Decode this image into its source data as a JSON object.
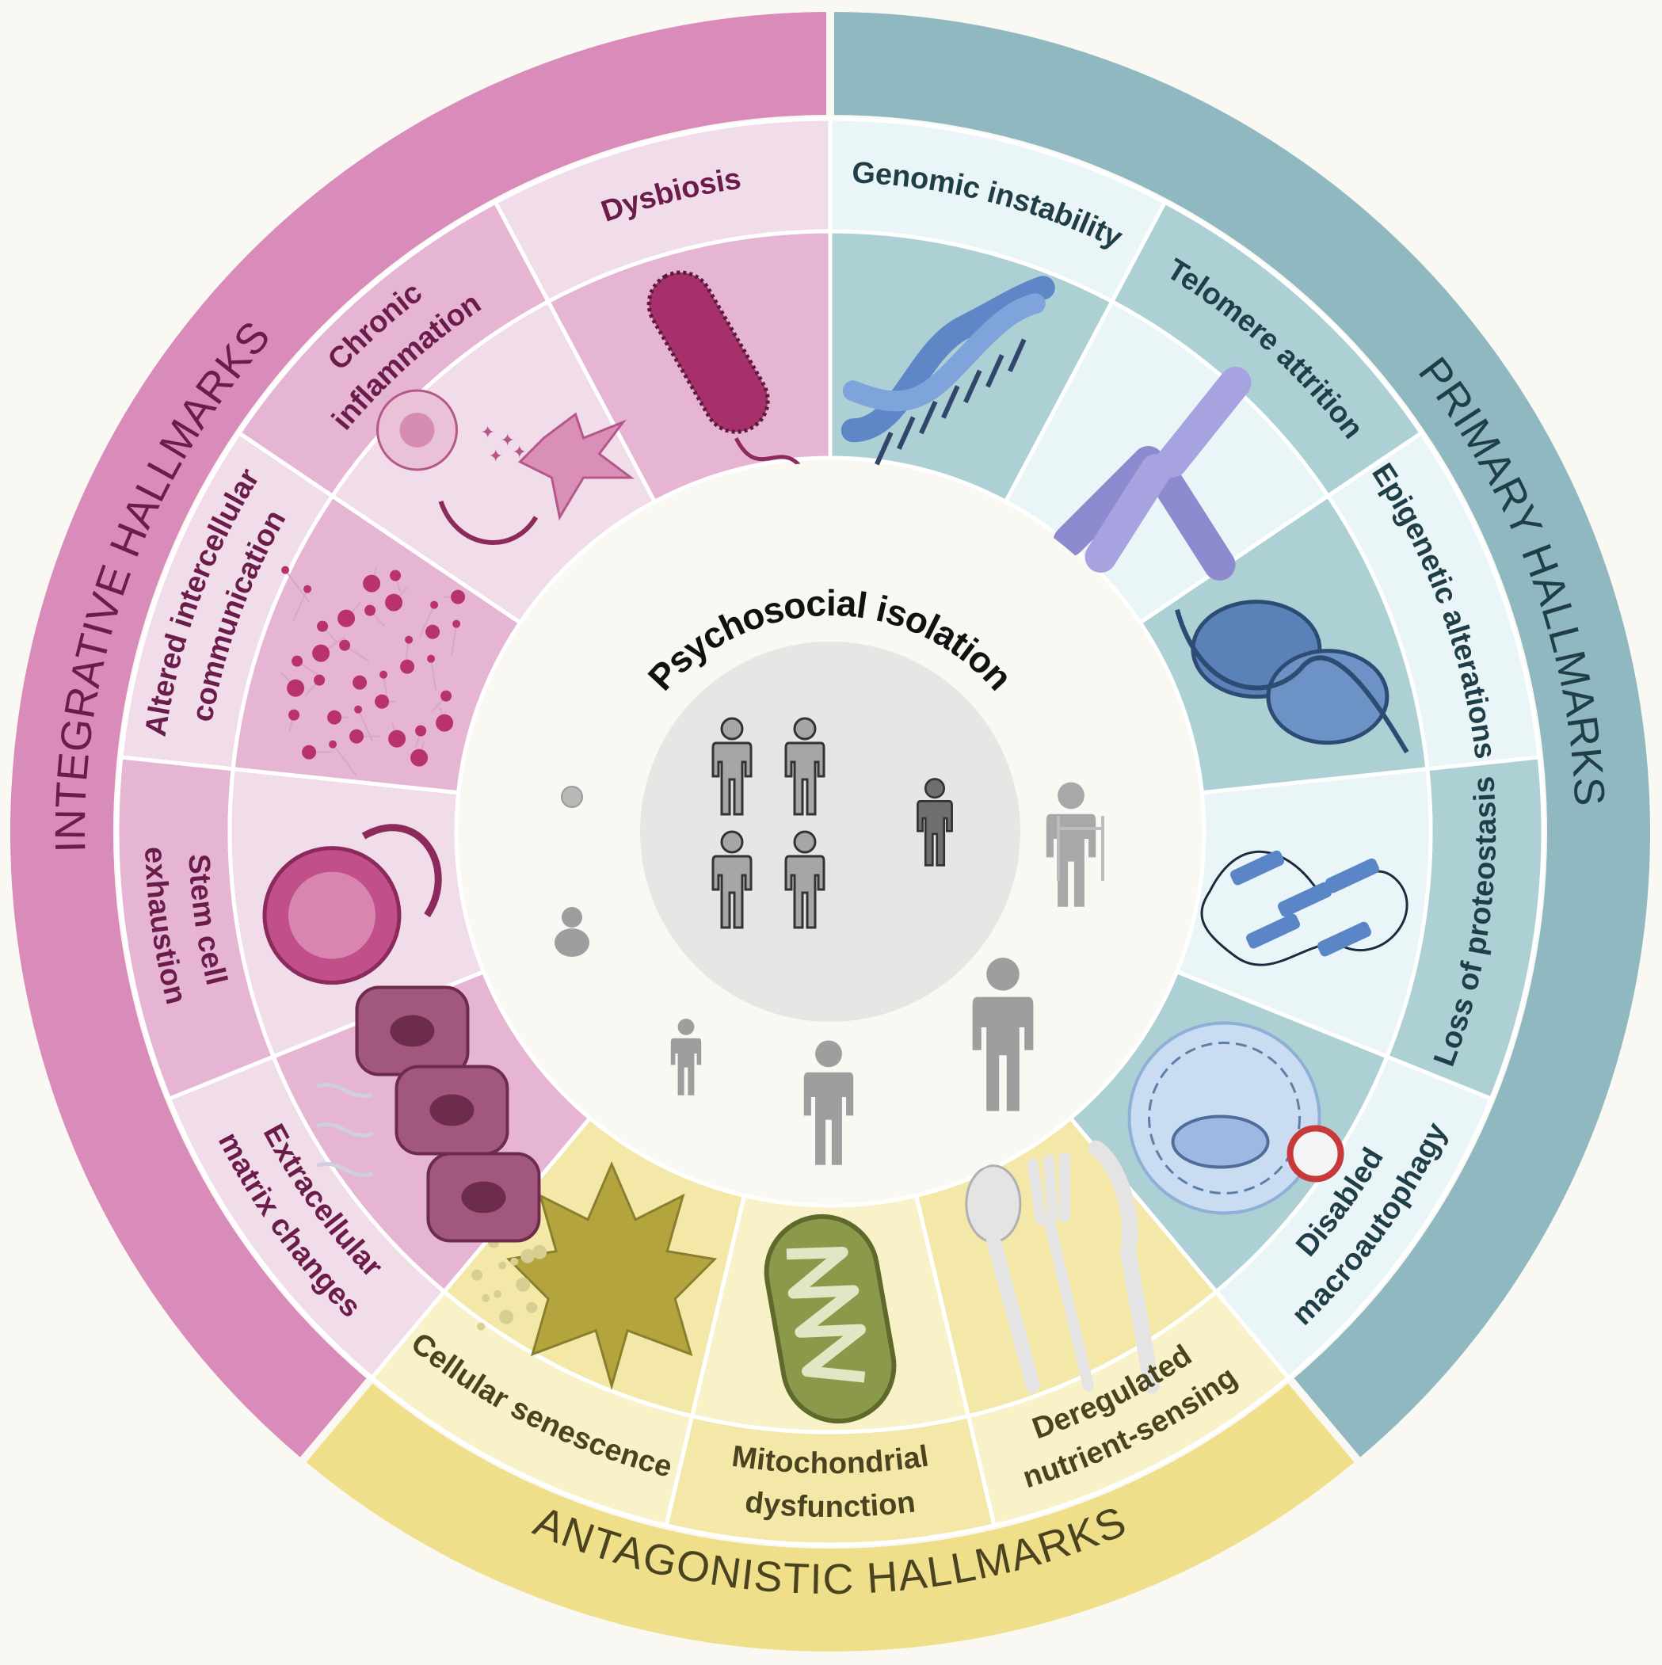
{
  "center": {
    "title": "Psychosocial isolation"
  },
  "groups": [
    {
      "id": "primary",
      "label": "PRIMARY HALLMARKS",
      "color": "#8fb8c1",
      "text_color": "#1f3e47"
    },
    {
      "id": "antagonistic",
      "label": "ANTAGONISTIC HALLMARKS",
      "color": "#f0df8a",
      "text_color": "#4a4320"
    },
    {
      "id": "integrative",
      "label": "INTEGRATIVE HALLMARKS",
      "color": "#d98bb9",
      "text_color": "#6c1c4b"
    }
  ],
  "hallmarks": [
    {
      "label": [
        "Genomic instability"
      ],
      "group": "primary",
      "icon": "dna-icon"
    },
    {
      "label": [
        "Telomere attrition"
      ],
      "group": "primary",
      "icon": "chromosome-icon"
    },
    {
      "label": [
        "Epigenetic alterations"
      ],
      "group": "primary",
      "icon": "nucleosome-icon"
    },
    {
      "label": [
        "Loss of proteostasis"
      ],
      "group": "primary",
      "icon": "protein-icon"
    },
    {
      "label": [
        "Disabled",
        "macroautophagy"
      ],
      "group": "primary",
      "icon": "autophagosome-icon"
    },
    {
      "label": [
        "Deregulated",
        "nutrient-sensing"
      ],
      "group": "antagonistic",
      "icon": "cutlery-icon"
    },
    {
      "label": [
        "Mitochondrial",
        "dysfunction"
      ],
      "group": "antagonistic",
      "icon": "mitochondrion-icon"
    },
    {
      "label": [
        "Cellular senescence"
      ],
      "group": "antagonistic",
      "icon": "leaf-icon"
    },
    {
      "label": [
        "Extracellular",
        "matrix changes"
      ],
      "group": "integrative",
      "icon": "cells-icon"
    },
    {
      "label": [
        "Stem cell",
        "exhaustion"
      ],
      "group": "integrative",
      "icon": "stem-cell-icon"
    },
    {
      "label": [
        "Altered intercellular",
        "communication"
      ],
      "group": "integrative",
      "icon": "network-icon"
    },
    {
      "label": [
        "Chronic",
        "inflammation"
      ],
      "group": "integrative",
      "icon": "inflammation-icon"
    },
    {
      "label": [
        "Dysbiosis"
      ],
      "group": "integrative",
      "icon": "bacterium-icon"
    }
  ],
  "palette": {
    "primary": [
      "#acd0d4",
      "#eaf5f7"
    ],
    "antagonistic": [
      "#f9f1c7",
      "#f4e8a8"
    ],
    "integrative": [
      "#e5b5d3",
      "#f1dcea"
    ],
    "background": "#faf8f2",
    "center_disc": "#e6e6e4",
    "person": "#9e9e9e"
  }
}
